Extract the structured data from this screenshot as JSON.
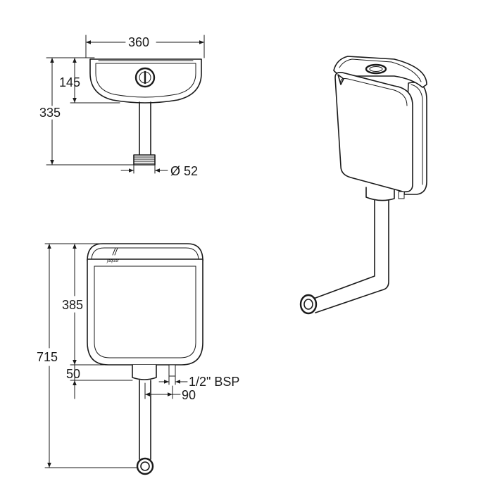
{
  "top_view": {
    "width_label": "360",
    "depth_label": "145",
    "total_depth_label": "335",
    "pipe_diameter_label": "Ø 52"
  },
  "front_view": {
    "height_label": "385",
    "total_height_label": "715",
    "bottom_offset_label": "50",
    "inlet_label": "1/2\" BSP",
    "inlet_offset_label": "90",
    "brand_text": "jaquar"
  }
}
